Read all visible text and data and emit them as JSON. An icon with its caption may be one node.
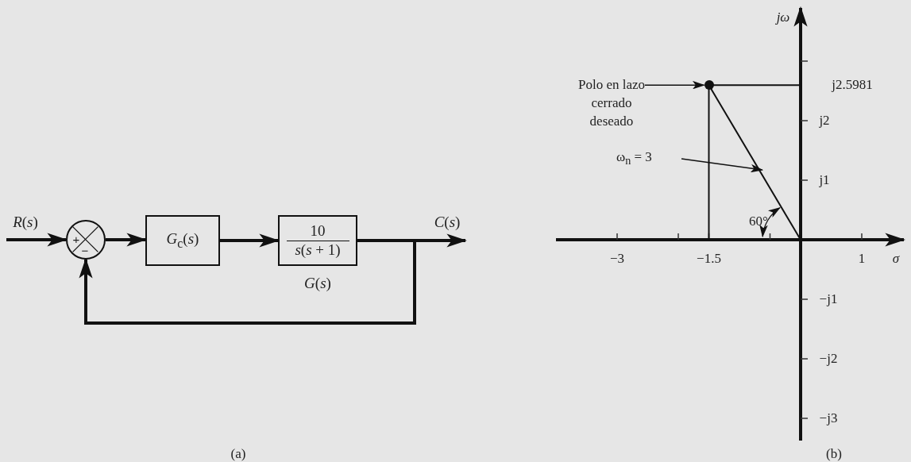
{
  "diagram": {
    "nodes": [
      {
        "text": [
          "+",
          "−"
        ]
      },
      {
        "text": [
          "*G*$_{c}$(*s*)"
        ]
      },
      {
        "text": [
          "10",
          "*s*(*s* + 1)"
        ],
        "beside": [
          "*G*(*s*)"
        ]
      },
      {
        "text": [
          "Polo en lazo cerrado deseado"
        ]
      },
      {
        "text": [],
        "shape": "circle"
      },
      {
        "text": [
          "ω$_{n}$ = 3"
        ]
      }
    ],
    "edges": [
      {
        "from": null,
        "to": 0,
        "arrow": "to",
        "label": "*R*(*s*)"
      },
      {
        "from": 0,
        "to": 1,
        "arrow": "to"
      },
      {
        "from": 1,
        "to": 2,
        "arrow": "to"
      },
      {
        "from": 2,
        "to": null,
        "arrow": "to",
        "label": "*C*(*s*)"
      },
      {
        "from": 2,
        "to": 0,
        "arrow": "to"
      },
      {
        "from": 3,
        "to": 4,
        "arrow": "to"
      },
      {
        "from": 5,
        "to": null,
        "arrow": "to"
      }
    ],
    "labels": [
      "jω",
      "j2.5981",
      "j2",
      "j1",
      "60°",
      "−3",
      "−1.5",
      "1",
      "σ",
      "−j1",
      "−j2",
      "−j3",
      "(a)",
      "(b)"
    ]
  }
}
